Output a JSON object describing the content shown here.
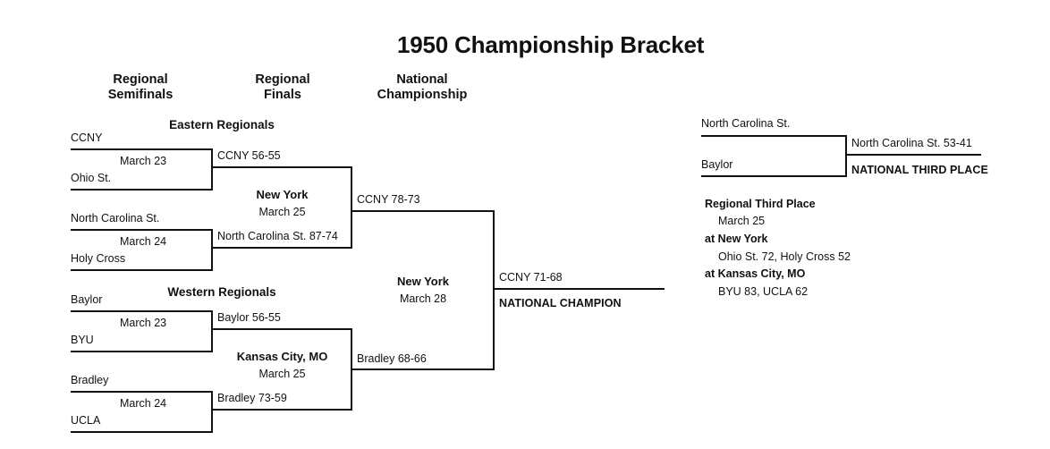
{
  "title": "1950 Championship Bracket",
  "columns": {
    "regional_semifinals": "Regional\nSemifinals",
    "regional_semifinals_l1": "Regional",
    "regional_semifinals_l2": "Semifinals",
    "regional_finals_l1": "Regional",
    "regional_finals_l2": "Finals",
    "national_championship_l1": "National",
    "national_championship_l2": "Championship"
  },
  "regions": {
    "eastern": "Eastern Regionals",
    "western": "Western Regionals"
  },
  "east_semifinals": [
    {
      "team_top": "CCNY",
      "team_bottom": "Ohio St.",
      "date": "March 23",
      "winner_result": "CCNY 56-55"
    },
    {
      "team_top": "North Carolina St.",
      "team_bottom": "Holy Cross",
      "date": "March 24",
      "winner_result": "North Carolina St. 87-74"
    }
  ],
  "west_semifinals": [
    {
      "team_top": "Baylor",
      "team_bottom": "BYU",
      "date": "March 23",
      "winner_result": "Baylor 56-55"
    },
    {
      "team_top": "Bradley",
      "team_bottom": "UCLA",
      "date": "March 24",
      "winner_result": "Bradley 73-59"
    }
  ],
  "regional_finals": [
    {
      "site": "New York",
      "date": "March 25",
      "winner_result": "CCNY 78-73"
    },
    {
      "site": "Kansas City, MO",
      "date": "March 25",
      "winner_result": "Bradley 68-66"
    }
  ],
  "championship": {
    "site": "New York",
    "date": "March 28",
    "winner_result": "CCNY 71-68",
    "label": "NATIONAL CHAMPION"
  },
  "third_place": {
    "team_top": "North Carolina St.",
    "team_bottom": "Baylor",
    "result": "North Carolina St. 53-41",
    "label": "NATIONAL THIRD PLACE"
  },
  "regional_third_place": {
    "heading": "Regional Third Place",
    "date": "March 25",
    "site_1": "at New York",
    "result_1": "Ohio St. 72, Holy Cross 52",
    "site_2": "at Kansas City, MO",
    "result_2": "BYU 83, UCLA 62"
  },
  "colors": {
    "ink": "#111111",
    "background": "#ffffff"
  }
}
